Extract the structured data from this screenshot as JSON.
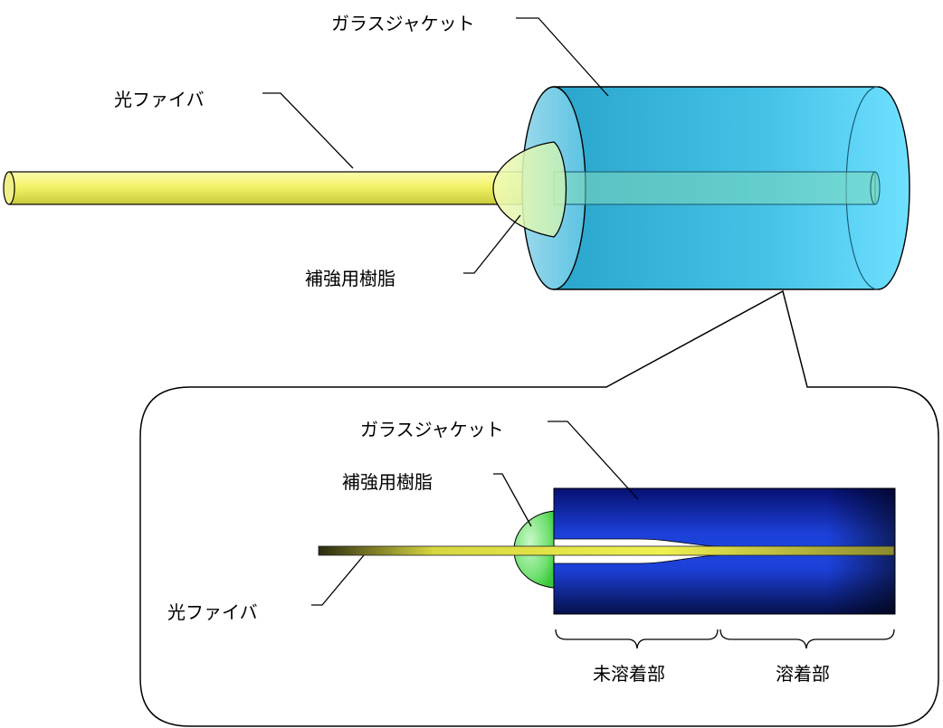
{
  "labels": {
    "top_jacket": "ガラスジャケット",
    "top_fiber": "光ファイバ",
    "top_resin": "補強用樹脂",
    "detail_jacket": "ガラスジャケット",
    "detail_resin": "補強用樹脂",
    "detail_fiber": "光ファイバ",
    "unfused_section": "未溶着部",
    "fused_section": "溶着部"
  },
  "colors": {
    "fiber": "#f3f36a",
    "jacket_top": "#3fb8d8",
    "jacket_dark": "#0a1d8a",
    "resin": "#8ee88e",
    "outline": "#000000"
  }
}
